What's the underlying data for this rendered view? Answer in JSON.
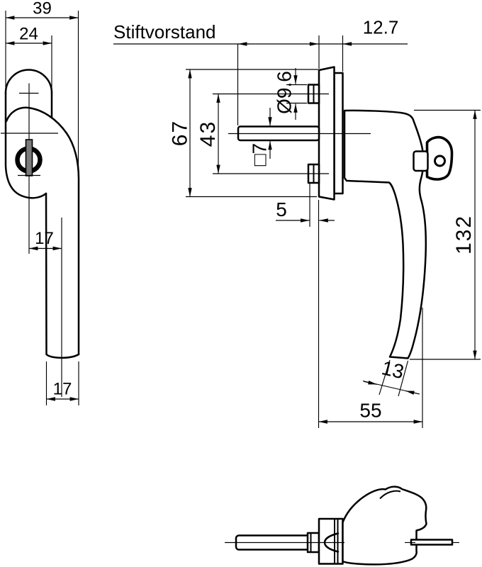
{
  "drawing": {
    "labels": {
      "pin_protrusion": "Stiftvorstand"
    },
    "front_view": {
      "overall_width": "39",
      "rosette_width": "24",
      "grip_offset": "17",
      "grip_width": "17"
    },
    "side_view": {
      "plate_thickness": "12.7",
      "plate_height": "67",
      "screw_spacing": "43",
      "boss_diameter": "Ø9.6",
      "spindle_square": "□7",
      "boss_protrusion": "5",
      "handle_length": "132",
      "grip_thickness": "13",
      "projection": "55"
    }
  },
  "colors": {
    "line": "#000000",
    "background": "#ffffff",
    "keyway_fill": "#7a7a7a"
  }
}
